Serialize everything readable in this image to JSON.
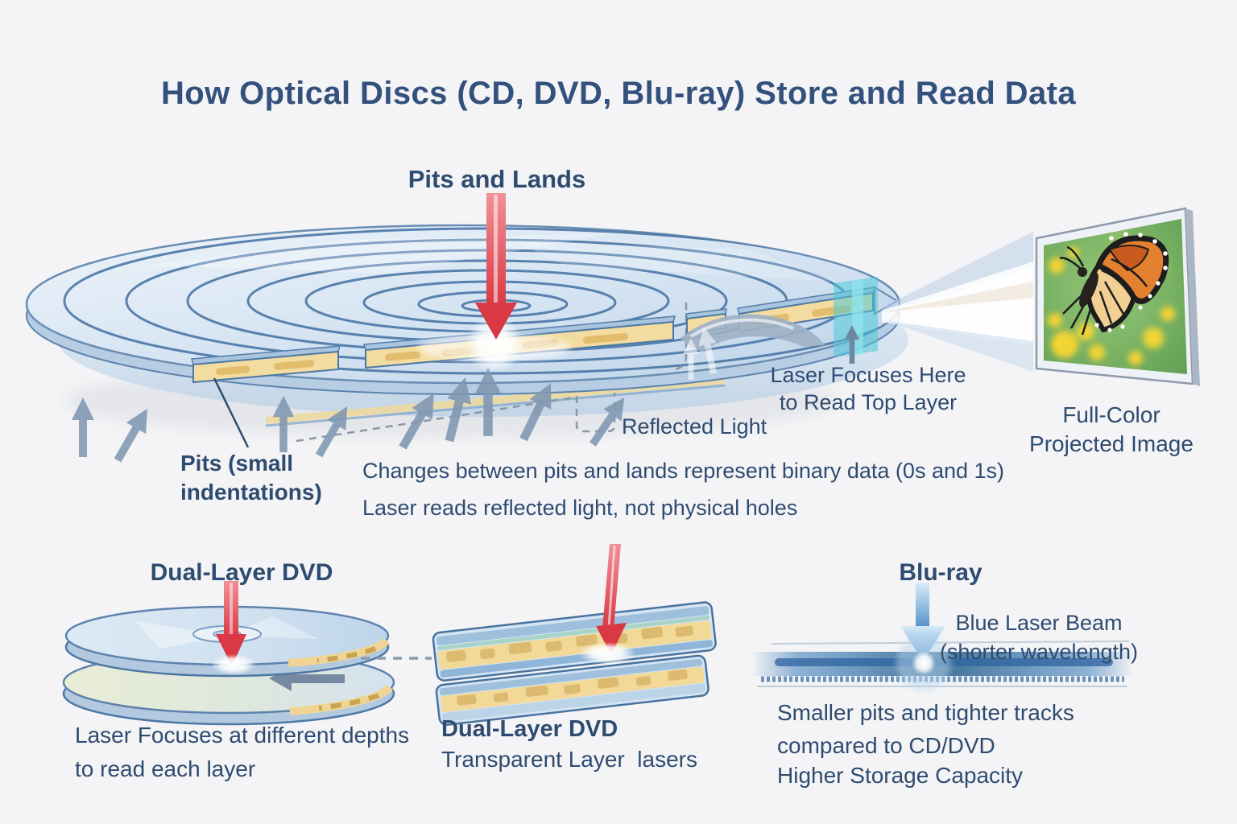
{
  "title": "How Optical Discs (CD, DVD, Blu-ray) Store and Read Data",
  "colors": {
    "background": "#f4f4f6",
    "text": "#2e4b70",
    "laser_red": "#d93844",
    "laser_blue": "#4e8ec9",
    "pit_yellow": "#f2d998",
    "disc_blue": "#c2d8ec",
    "focus_cyan": "#4fc9d9"
  },
  "main": {
    "pits_lands": "Pits and Lands",
    "laser_focus_1": "Laser Focuses Here",
    "laser_focus_2": "to Read Top Layer",
    "reflected_light": "Reflected Light",
    "pits_1": "Pits (small",
    "pits_2": "indentations)",
    "binary_note": "Changes between pits and lands represent binary data (0s and 1s)",
    "laser_note": "Laser reads reflected light, not physical holes",
    "projected_1": "Full-Color",
    "projected_2": "Projected Image"
  },
  "dual_layer": {
    "title": "Dual-Layer DVD",
    "caption_1": "Laser Focuses at different depths",
    "caption_2": "to read each layer"
  },
  "cross_section": {
    "title": "Dual-Layer DVD",
    "caption": "Transparent Layer  lasers"
  },
  "bluray": {
    "title": "Blu-ray",
    "beam_1": "Blue Laser Beam",
    "beam_2": "(shorter wavelength)",
    "note1_1": "Smaller pits and tighter tracks",
    "note1_2": "compared to CD/DVD",
    "note2": "Higher Storage Capacity"
  }
}
